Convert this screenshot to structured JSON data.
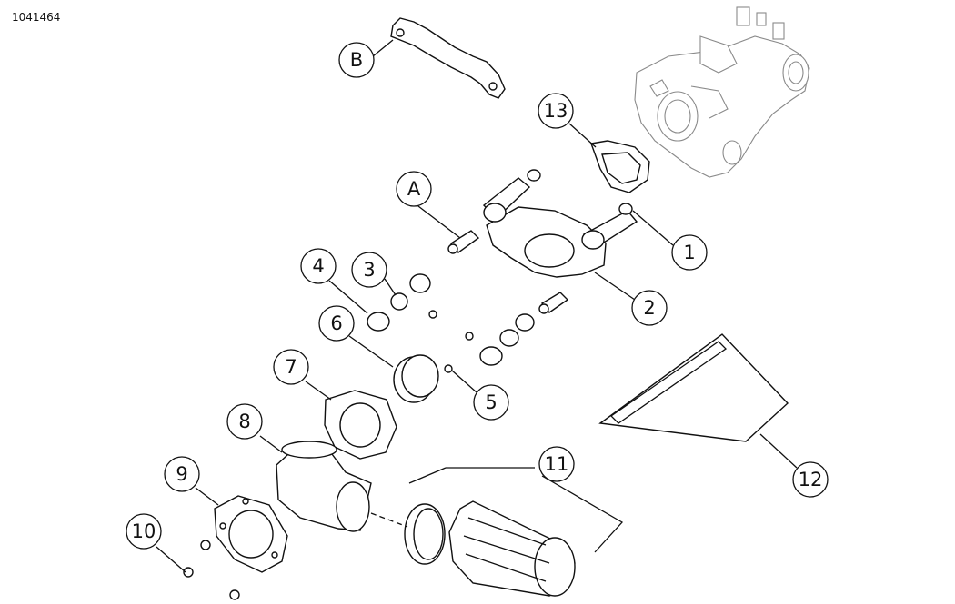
{
  "document_id": "1041464",
  "callouts": {
    "a": "A",
    "b": "B",
    "n1": "1",
    "n2": "2",
    "n3": "3",
    "n4": "4",
    "n5": "5",
    "n6": "6",
    "n7": "7",
    "n8": "8",
    "n9": "9",
    "n10": "10",
    "n11": "11",
    "n12": "12",
    "n13": "13"
  }
}
